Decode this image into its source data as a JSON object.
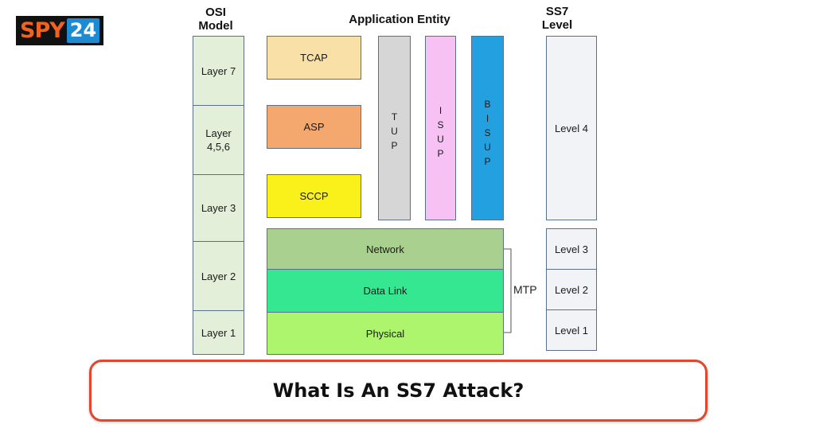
{
  "logo": {
    "brand": "SPY",
    "number": "24",
    "colors": {
      "brand": "#f0621e",
      "number_bg": "#1d8ad4"
    }
  },
  "headers": {
    "osi": "OSI\nModel",
    "application_entity": "Application Entity",
    "ss7": "SS7\nLevel"
  },
  "osi_layers": [
    "Layer 7",
    "Layer\n4,5,6",
    "Layer 3",
    "Layer 2",
    "Layer 1"
  ],
  "app_blocks": [
    {
      "label": "TCAP",
      "color": "#f8e0a6"
    },
    {
      "label": "ASP",
      "color": "#f4a86e"
    },
    {
      "label": "SCCP",
      "color": "#fbf11a"
    }
  ],
  "vertical_blocks": [
    {
      "label": "TUP",
      "color": "#d6d6d6"
    },
    {
      "label": "ISUP",
      "color": "#f7c1f4"
    },
    {
      "label": "BISUP",
      "color": "#23a0e0"
    }
  ],
  "mtp_layers": [
    {
      "label": "Network",
      "color": "#a9d08e"
    },
    {
      "label": "Data Link",
      "color": "#36e792"
    },
    {
      "label": "Physical",
      "color": "#adf56c"
    }
  ],
  "mtp_label": "MTP",
  "ss7_levels": [
    "Level 4",
    "Level 3",
    "Level 2",
    "Level 1"
  ],
  "banner": {
    "title": "What Is An SS7 Attack?",
    "border_color": "#e2472e"
  }
}
